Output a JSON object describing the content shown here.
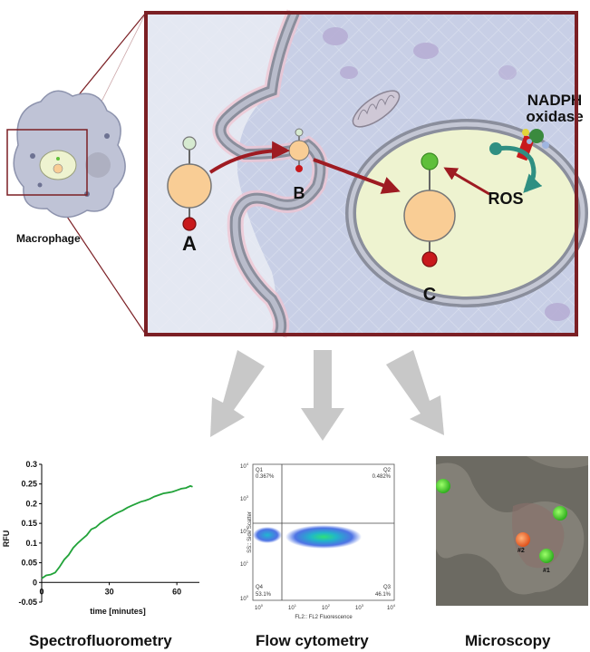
{
  "diagram": {
    "macrophage_label": "Macrophage",
    "labels": {
      "a": "A",
      "b": "B",
      "c": "C",
      "ros": "ROS",
      "nadph_line1": "NADPH",
      "nadph_line2": "oxidase"
    },
    "colors": {
      "frame": "#7b1f24",
      "arrow_red": "#9e1b22",
      "probe_body": "#f9cd95",
      "probe_green": "#5fbf3a",
      "probe_red": "#c8191c",
      "teal": "#2f8f82",
      "bg_blue": "#c8cfe6",
      "vacuole": "#eef3d0"
    }
  },
  "methods": {
    "spectro": {
      "caption": "Spectrofluorometry",
      "ylabel": "RFU",
      "xlabel": "time [minutes]",
      "yticks": [
        "0.3",
        "0.25",
        "0.2",
        "0.15",
        "0.1",
        "0.05",
        "0",
        "-0.05"
      ],
      "xticks": [
        "0",
        "30",
        "60"
      ]
    },
    "flow": {
      "caption": "Flow cytometry",
      "xlabel": "FL2:: FL2 Fluorescence",
      "ylabel": "SS:: Side Scatter",
      "q1": "Q1",
      "q1_val": "0.367%",
      "q2": "Q2",
      "q2_val": "0.482%",
      "q3": "Q3",
      "q3_val": "46.1%",
      "q4": "Q4",
      "q4_val": "53.1%"
    },
    "microscopy": {
      "caption": "Microscopy",
      "cell1": "#1",
      "cell2": "#2"
    }
  },
  "chart_data": {
    "type": "line",
    "xlabel": "time [minutes]",
    "ylabel": "RFU",
    "xlim": [
      0,
      70
    ],
    "ylim": [
      -0.05,
      0.3
    ],
    "x": [
      0,
      2,
      4,
      6,
      8,
      10,
      12,
      14,
      16,
      18,
      20,
      22,
      24,
      26,
      28,
      30,
      32,
      34,
      36,
      38,
      40,
      42,
      44,
      46,
      48,
      50,
      52,
      54,
      56,
      58,
      60,
      62,
      64,
      66,
      67
    ],
    "y": [
      0.01,
      0.018,
      0.02,
      0.025,
      0.04,
      0.058,
      0.07,
      0.088,
      0.1,
      0.11,
      0.12,
      0.135,
      0.14,
      0.15,
      0.158,
      0.165,
      0.172,
      0.178,
      0.183,
      0.19,
      0.195,
      0.2,
      0.205,
      0.208,
      0.212,
      0.218,
      0.222,
      0.226,
      0.228,
      0.23,
      0.234,
      0.238,
      0.24,
      0.245,
      0.243
    ]
  }
}
